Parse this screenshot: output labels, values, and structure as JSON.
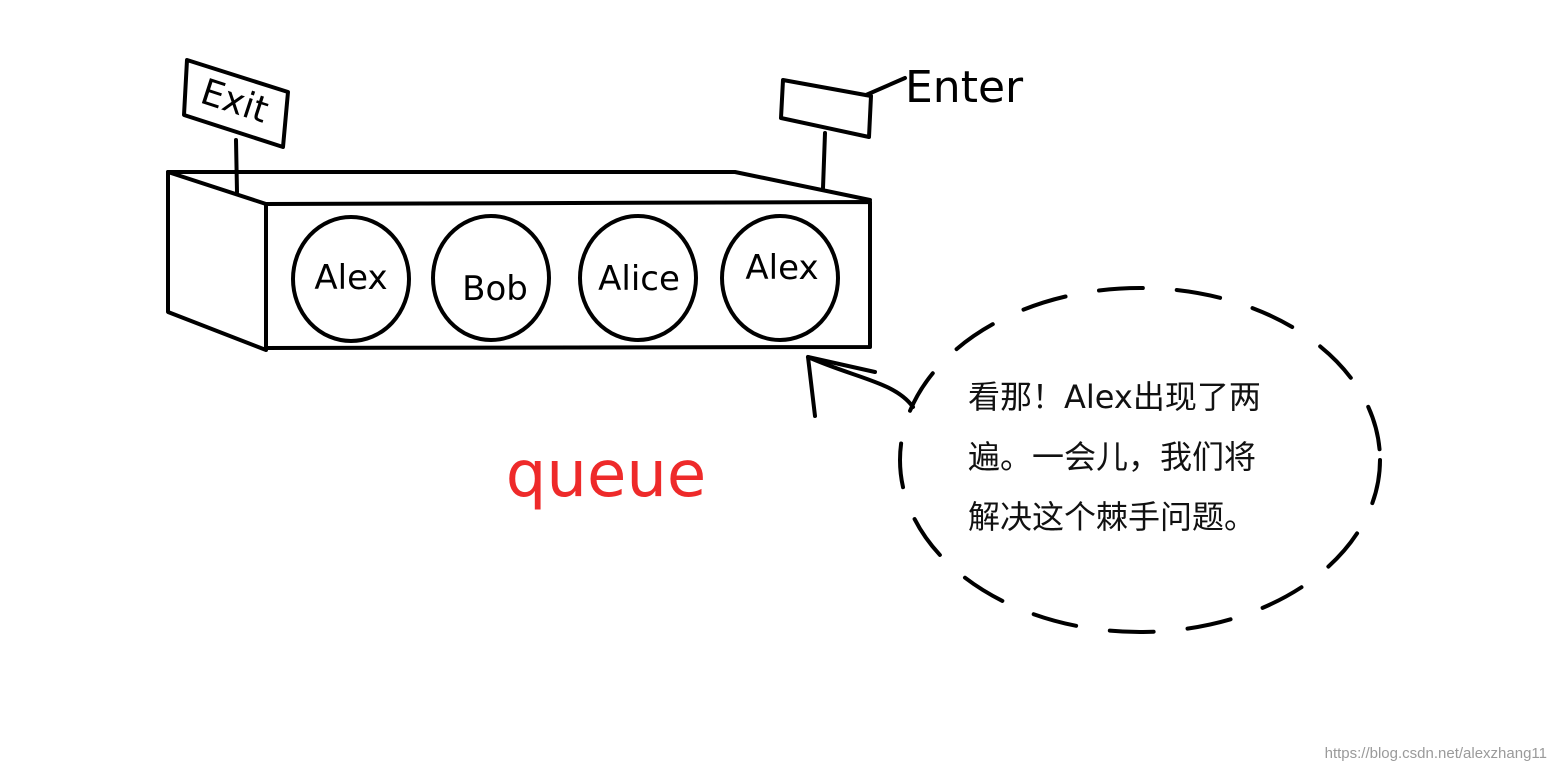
{
  "signs": {
    "exit": "Exit",
    "enter": "Enter"
  },
  "queue_items": [
    "Alex",
    "Bob",
    "Alice",
    "Alex"
  ],
  "title": "queue",
  "callout_lines": [
    "看那！Alex出现了两",
    "遍。一会儿，我们将",
    "解决这个棘手问题。"
  ],
  "watermark": "https://blog.csdn.net/alexzhang11",
  "colors": {
    "title": "#ee2a2a",
    "ink": "#000000",
    "watermark": "#9a9a9a"
  }
}
